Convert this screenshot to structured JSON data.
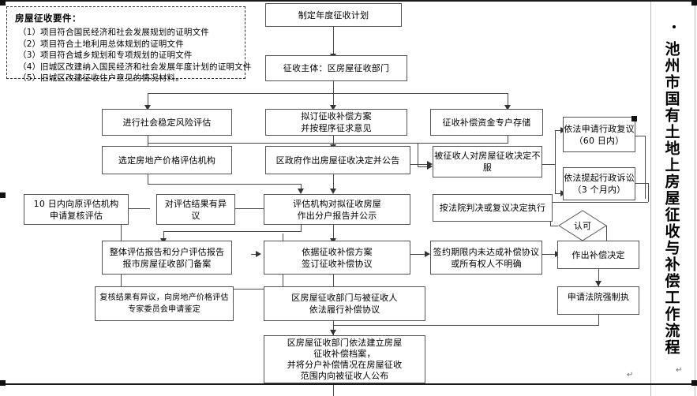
{
  "document": {
    "vertical_title": "池州市国有土地上房屋征收与补偿工作流程",
    "trailing_mark": "↵"
  },
  "requirements_panel": {
    "title": "房屋征收要件：",
    "items": [
      {
        "num": "（1）",
        "text": "项目符合国民经济和社会发展规划的证明文件"
      },
      {
        "num": "（2）",
        "text": "项目符合土地利用总体规划的证明文件"
      },
      {
        "num": "（3）",
        "text": "项目符合城乡规划和专项规划的证明文件"
      },
      {
        "num": "（4）",
        "text": "旧城区改建纳入国民经济和社会发展年度计划的证明文件"
      },
      {
        "num": "（5）",
        "text": "旧城区改建征收住户意见的情况材料。"
      }
    ]
  },
  "chart_data": {
    "type": "diagram",
    "title": "池州市国有土地上房屋征收与补偿工作流程",
    "nodes": [
      {
        "id": "n1",
        "shape": "rect",
        "lines": [
          "制定年度征收计划"
        ]
      },
      {
        "id": "n2",
        "shape": "rect",
        "lines": [
          "征收主体：区房屋征收部门"
        ]
      },
      {
        "id": "n3",
        "shape": "rect",
        "lines": [
          "进行社会稳定风险评估"
        ]
      },
      {
        "id": "n4",
        "shape": "rect",
        "lines": [
          "拟订征收补偿方案",
          "并按程序征求意见"
        ]
      },
      {
        "id": "n5",
        "shape": "rect",
        "lines": [
          "征收补偿资金专户存储"
        ]
      },
      {
        "id": "n6",
        "shape": "rect",
        "lines": [
          "选定房地产价格评估机构"
        ]
      },
      {
        "id": "n7",
        "shape": "rect",
        "lines": [
          "区政府作出房屋征收决定并公告"
        ]
      },
      {
        "id": "n8",
        "shape": "rect",
        "lines": [
          "被征收人对房屋征收决定不",
          "服"
        ]
      },
      {
        "id": "n9",
        "shape": "rect",
        "lines": [
          "依法申请行政复议",
          "（60 日内）"
        ]
      },
      {
        "id": "n10",
        "shape": "rect",
        "lines": [
          "依法提起行政诉讼",
          "（3 个月内）"
        ]
      },
      {
        "id": "n11",
        "shape": "rect",
        "lines": [
          "10 日内向原评估机构",
          "申请复核评估"
        ]
      },
      {
        "id": "n12",
        "shape": "rect",
        "lines": [
          "对评估结果有异",
          "议"
        ]
      },
      {
        "id": "n13",
        "shape": "rect",
        "lines": [
          "评估机构对拟征收房屋",
          "作出分户报告并公示"
        ]
      },
      {
        "id": "n14",
        "shape": "rect",
        "lines": [
          "按法院判决或复议决定执行"
        ]
      },
      {
        "id": "n15",
        "shape": "diamond",
        "lines": [
          "认可"
        ]
      },
      {
        "id": "n16",
        "shape": "rect",
        "lines": [
          "整体评估报告和分户评估报告",
          "报市房屋征收部门备案"
        ]
      },
      {
        "id": "n17",
        "shape": "rect",
        "lines": [
          "依据征收补偿方案",
          "签订征收补偿协议"
        ]
      },
      {
        "id": "n18",
        "shape": "rect",
        "lines": [
          "签约期限内未达成补偿协议",
          "或所有权人不明确"
        ]
      },
      {
        "id": "n19",
        "shape": "rect",
        "lines": [
          "作出补偿决定"
        ]
      },
      {
        "id": "n20",
        "shape": "rect",
        "lines": [
          "复核结果有异议，向房地产价格评估",
          "专家委员会申请鉴定"
        ]
      },
      {
        "id": "n21",
        "shape": "rect",
        "lines": [
          "区房屋征收部门与被征收人",
          "依法履行补偿协议"
        ]
      },
      {
        "id": "n22",
        "shape": "rect",
        "lines": [
          "申请法院强制执"
        ]
      },
      {
        "id": "n23",
        "shape": "rect",
        "lines": [
          "区房屋征收部门依法建立房屋",
          "征收补偿档案，",
          "并将分户补偿情况在房屋征收",
          "范围内向被征收人公布"
        ]
      }
    ],
    "edges": [
      {
        "from": "n1",
        "to": "n2"
      },
      {
        "from": "n2",
        "to": "n3"
      },
      {
        "from": "n2",
        "to": "n4"
      },
      {
        "from": "n2",
        "to": "n5"
      },
      {
        "from": "n3",
        "to": "n6"
      },
      {
        "from": "n4",
        "to": "n7"
      },
      {
        "from": "n5",
        "to": "n8"
      },
      {
        "from": "n7",
        "to": "n8"
      },
      {
        "from": "n8",
        "to": "n9"
      },
      {
        "from": "n8",
        "to": "n10"
      },
      {
        "from": "n9",
        "to": "n14"
      },
      {
        "from": "n10",
        "to": "n14"
      },
      {
        "from": "n6",
        "to": "n13"
      },
      {
        "from": "n7",
        "to": "n13"
      },
      {
        "from": "n13",
        "to": "n12"
      },
      {
        "from": "n12",
        "to": "n11"
      },
      {
        "from": "n13",
        "to": "n16"
      },
      {
        "from": "n13",
        "to": "n17"
      },
      {
        "from": "n11",
        "to": "n20"
      },
      {
        "from": "n20",
        "to": "n17"
      },
      {
        "from": "n17",
        "to": "n18"
      },
      {
        "from": "n18",
        "to": "n19"
      },
      {
        "from": "n15",
        "to": "n14"
      },
      {
        "from": "n15",
        "to": "n19"
      },
      {
        "from": "n19",
        "to": "n22"
      },
      {
        "from": "n17",
        "to": "n21"
      },
      {
        "from": "n21",
        "to": "n23"
      },
      {
        "from": "n22",
        "to": "n23"
      }
    ]
  },
  "colors": {
    "box_border": "#555555",
    "line": "#4a4a4a",
    "arrow": "#333333",
    "text": "#000000",
    "background": "#ffffff"
  }
}
